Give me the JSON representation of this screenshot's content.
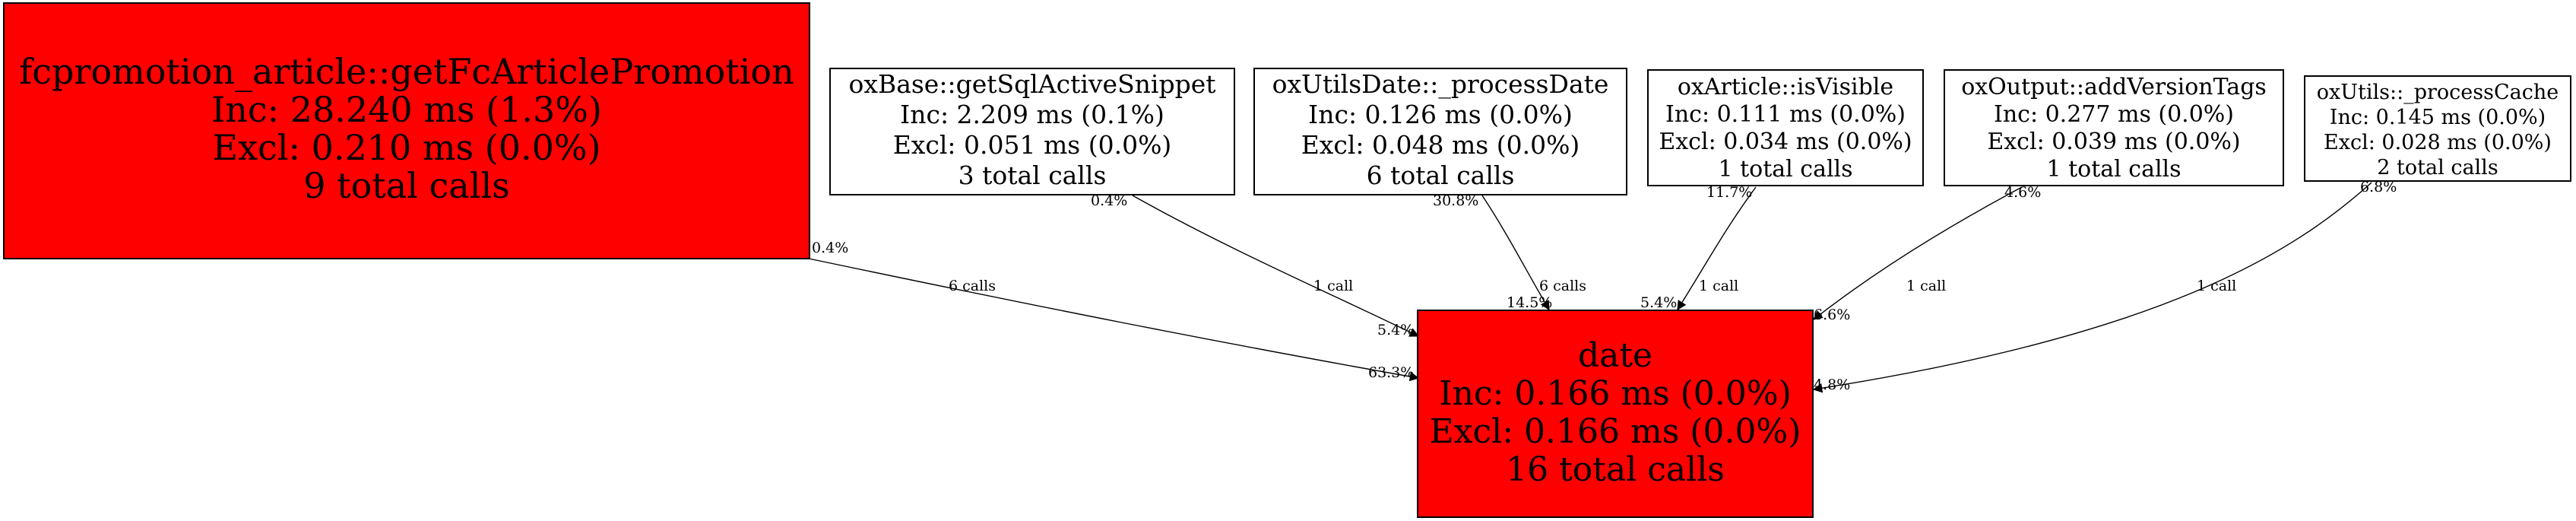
{
  "colors": {
    "hot": "#ff0000",
    "normal": "#ffffff",
    "stroke": "#000000"
  },
  "nodes": [
    {
      "id": "n0",
      "name": "fcpromotion_article::getFcArticlePromotion",
      "inc": "Inc: 28.240 ms (1.3%)",
      "excl": "Excl: 0.210 ms (0.0%)",
      "calls": "9 total calls",
      "fill": "hot"
    },
    {
      "id": "n1",
      "name": "oxBase::getSqlActiveSnippet",
      "inc": "Inc: 2.209 ms (0.1%)",
      "excl": "Excl: 0.051 ms (0.0%)",
      "calls": "3 total calls",
      "fill": "normal"
    },
    {
      "id": "n2",
      "name": "oxUtilsDate::_processDate",
      "inc": "Inc: 0.126 ms (0.0%)",
      "excl": "Excl: 0.048 ms (0.0%)",
      "calls": "6 total calls",
      "fill": "normal"
    },
    {
      "id": "n3",
      "name": "oxArticle::isVisible",
      "inc": "Inc: 0.111 ms (0.0%)",
      "excl": "Excl: 0.034 ms (0.0%)",
      "calls": "1 total calls",
      "fill": "normal"
    },
    {
      "id": "n4",
      "name": "oxOutput::addVersionTags",
      "inc": "Inc: 0.277 ms (0.0%)",
      "excl": "Excl: 0.039 ms (0.0%)",
      "calls": "1 total calls",
      "fill": "normal"
    },
    {
      "id": "n5",
      "name": "oxUtils::_processCache",
      "inc": "Inc: 0.145 ms (0.0%)",
      "excl": "Excl: 0.028 ms (0.0%)",
      "calls": "2 total calls",
      "fill": "normal"
    },
    {
      "id": "n6",
      "name": "date",
      "inc": "Inc: 0.166 ms (0.0%)",
      "excl": "Excl: 0.166 ms (0.0%)",
      "calls": "16 total calls",
      "fill": "hot"
    }
  ],
  "edges": [
    {
      "from": "n0",
      "to": "n6",
      "label": "6 calls",
      "tail": "0.4%",
      "head": "63.3%"
    },
    {
      "from": "n1",
      "to": "n6",
      "label": "1 call",
      "tail": "0.4%",
      "head": "5.4%"
    },
    {
      "from": "n2",
      "to": "n6",
      "label": "6 calls",
      "tail": "30.8%",
      "head": "14.5%"
    },
    {
      "from": "n3",
      "to": "n6",
      "label": "1 call",
      "tail": "11.7%",
      "head": "5.4%"
    },
    {
      "from": "n4",
      "to": "n6",
      "label": "1 call",
      "tail": "4.6%",
      "head": "6.6%"
    },
    {
      "from": "n5",
      "to": "n6",
      "label": "1 call",
      "tail": "6.8%",
      "head": "4.8%"
    }
  ]
}
